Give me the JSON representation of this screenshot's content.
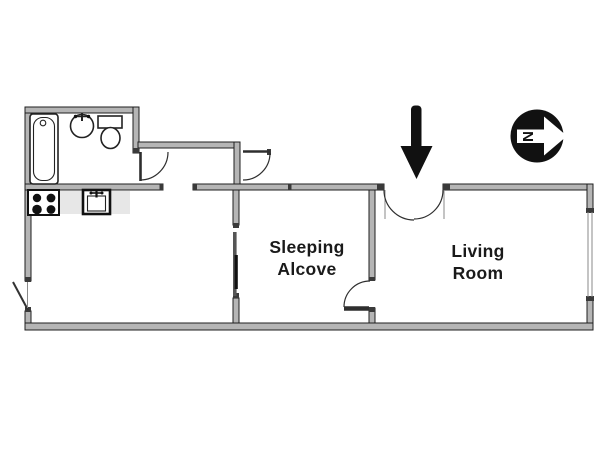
{
  "floor_plan": {
    "labels": {
      "room1_line1": "Sleeping",
      "room1_line2": "Alcove",
      "room2_line1": "Living",
      "room2_line2": "Room",
      "compass_letter": "N"
    },
    "colors": {
      "wall_fill": "#b5b5b5",
      "wall_stroke": "#1f1f1f",
      "counter_fill": "#e7e7e7",
      "fixture_stroke": "#222222",
      "arrow_black": "#111111",
      "label_text": "#1a1a1a"
    },
    "fixtures": [
      "bathtub",
      "bathroom-sink",
      "toilet",
      "stove",
      "kitchen-sink"
    ],
    "features": [
      "entrance-double-door",
      "entrance-arrow",
      "compass-north-pointer",
      "bathroom-door",
      "hallway-door",
      "alcove-sliding-door",
      "alcove-living-door",
      "left-casement-window",
      "right-wall-window"
    ]
  }
}
